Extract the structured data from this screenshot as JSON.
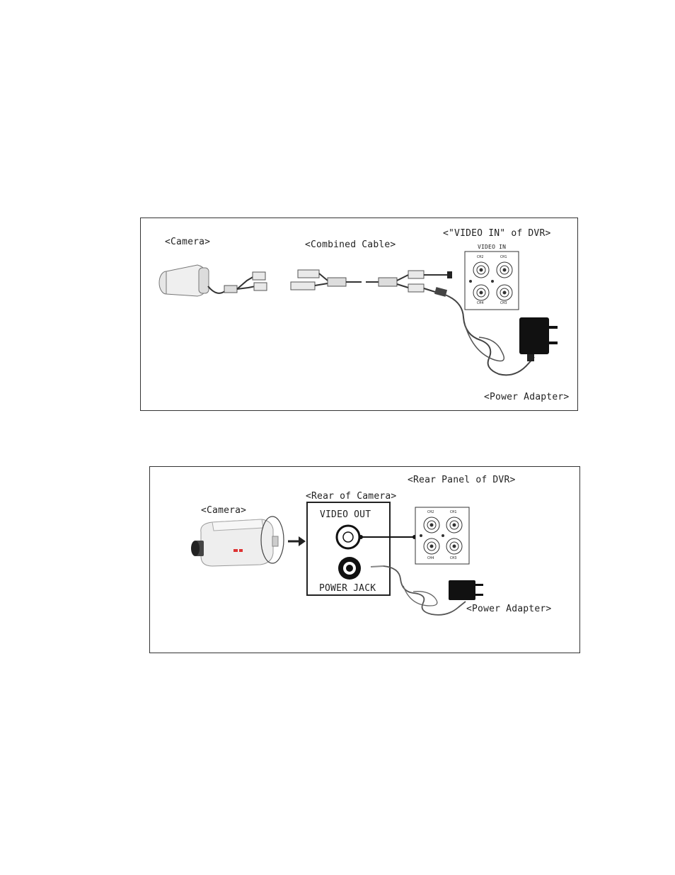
{
  "diagram1": {
    "camera_label": "<Camera>",
    "cable_label": "<Combined Cable>",
    "dvr_label": "<\"VIDEO IN\" of  DVR>",
    "video_in_text": "VIDEO IN",
    "channels": [
      "CH2",
      "CH1",
      "CH4",
      "CH3"
    ],
    "adapter_label": "<Power Adapter>"
  },
  "diagram2": {
    "camera_label": "<Camera>",
    "rear_label": "<Rear of Camera>",
    "video_out": "VIDEO OUT",
    "power_jack": "POWER JACK",
    "dvr_label": "<Rear Panel of  DVR>",
    "channels": [
      "CH2",
      "CH1",
      "CH4",
      "CH3"
    ],
    "adapter_label": "<Power Adapter>"
  }
}
